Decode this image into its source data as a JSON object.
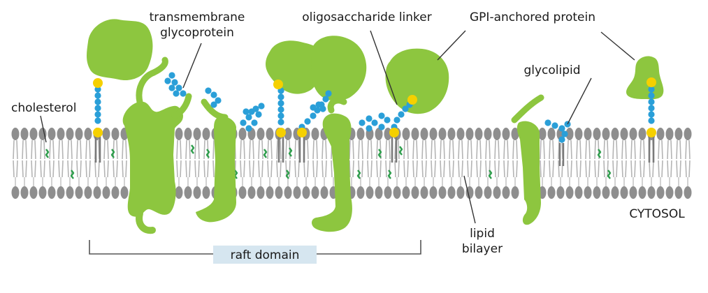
{
  "labels": {
    "transmembrane_line1": "transmembrane",
    "transmembrane_line2": "glycoprotein",
    "oligosaccharide": "oligosaccharide linker",
    "gpi": "GPI-anchored protein",
    "cholesterol": "cholesterol",
    "glycolipid": "glycolipid",
    "cytosol": "CYTOSOL",
    "lipid_line1": "lipid",
    "lipid_line2": "bilayer",
    "raft": "raft domain"
  },
  "colors": {
    "protein": "#8dc63f",
    "sugar": "#2a9fd8",
    "anchor": "#f5d000",
    "lipid_head": "#8e8e8e",
    "lipid_tail": "#b4b4b4",
    "cholesterol": "#2e9e4c",
    "raft_box": "#d6e6f0",
    "bracket": "#555555"
  }
}
